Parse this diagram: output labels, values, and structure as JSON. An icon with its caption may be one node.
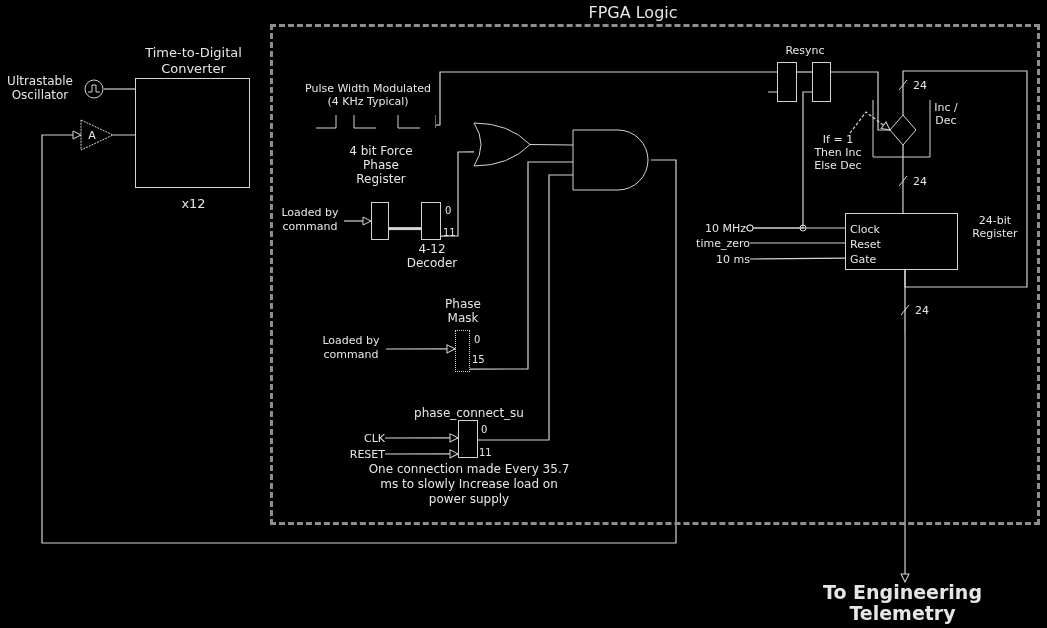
{
  "diagram": {
    "nodes": [
      {
        "text": [
          "FPGA Logic"
        ]
      },
      {
        "text": [],
        "shape": "circle",
        "beside": [
          "Ultrastable Oscillator"
        ]
      },
      {
        "text": [
          "Time-to-Digital Converter"
        ],
        "beside": [
          "x12"
        ]
      },
      {
        "text": [
          "A"
        ]
      },
      {
        "text": [
          "Pulse Width Modulated (4 KHz Typical)"
        ],
        "in": 0
      },
      {
        "text": [
          "4 bit Force Phase Register"
        ],
        "in": 0
      },
      {
        "text": [
          "Loaded by command"
        ],
        "in": 0
      },
      {
        "text": [
          "4-12 Decoder"
        ],
        "in": 0
      },
      {
        "text": [],
        "shape": "gate",
        "in": 0
      },
      {
        "text": [],
        "shape": "gate",
        "in": 0
      },
      {
        "text": [
          "Phase Mask"
        ],
        "in": 0
      },
      {
        "text": [
          "Loaded by command"
        ],
        "in": 0
      },
      {
        "text": [
          "phase_connect_su"
        ],
        "beside": [
          "One connection made Every 35.7 ms to slowly Increase load on power supply"
        ],
        "in": 0
      },
      {
        "text": [
          "CLK"
        ],
        "in": 0
      },
      {
        "text": [
          "RESET"
        ],
        "in": 0
      },
      {
        "text": [
          "Resync"
        ],
        "in": 0
      },
      {
        "text": [],
        "shape": "box",
        "in": 0
      },
      {
        "text": [],
        "shape": "diamond",
        "beside": [
          "Inc / Dec"
        ],
        "in": 0
      },
      {
        "text": [
          "If = 1 Then Inc Else Dec"
        ],
        "in": 0
      },
      {
        "text": [
          "Clock",
          "Reset",
          "Gate",
          "24-bit Register"
        ],
        "in": 0
      },
      {
        "text": [
          "10 MHz"
        ],
        "in": 0
      },
      {
        "text": [
          "time_zero"
        ],
        "in": 0
      },
      {
        "text": [
          "10 ms"
        ],
        "in": 0
      },
      {
        "text": [
          "To Engineering Telemetry"
        ]
      }
    ],
    "edges": [
      {
        "from": 1,
        "to": 2,
        "arrow": "none"
      },
      {
        "from": 3,
        "to": 2,
        "arrow": "none"
      },
      {
        "from": 6,
        "to": 5,
        "arrow": "to"
      },
      {
        "from": 5,
        "to": 7,
        "arrow": "none",
        "style": "thick"
      },
      {
        "from": 7,
        "to": 8,
        "arrow": "none"
      },
      {
        "from": 4,
        "to": 15,
        "arrow": "none"
      },
      {
        "from": 8,
        "to": 9,
        "arrow": "none"
      },
      {
        "from": 10,
        "to": 9,
        "arrow": "none"
      },
      {
        "from": 12,
        "to": 9,
        "arrow": "none"
      },
      {
        "from": 11,
        "to": 10,
        "arrow": "to"
      },
      {
        "from": 13,
        "to": 12,
        "arrow": "to"
      },
      {
        "from": 14,
        "to": 12,
        "arrow": "to"
      },
      {
        "from": 9,
        "to": 3,
        "arrow": "to"
      },
      {
        "from": 15,
        "to": 16,
        "arrow": "none"
      },
      {
        "from": 16,
        "to": 17,
        "arrow": "none"
      },
      {
        "from": 18,
        "to": 17,
        "arrow": "to",
        "style": "dashed"
      },
      {
        "from": 17,
        "to": 19,
        "arrow": "none",
        "label": "24"
      },
      {
        "from": 19,
        "to": 17,
        "arrow": "none",
        "label": "24"
      },
      {
        "from": 19,
        "to": 23,
        "arrow": "to",
        "label": "24"
      },
      {
        "from": 20,
        "to": 19,
        "arrow": "other"
      },
      {
        "from": 20,
        "to": 16,
        "arrow": "other"
      },
      {
        "from": 21,
        "to": 19,
        "arrow": "none"
      },
      {
        "from": 22,
        "to": 19,
        "arrow": "none"
      }
    ],
    "labels": [
      "0",
      "11",
      "0",
      "15",
      "0",
      "11"
    ]
  }
}
